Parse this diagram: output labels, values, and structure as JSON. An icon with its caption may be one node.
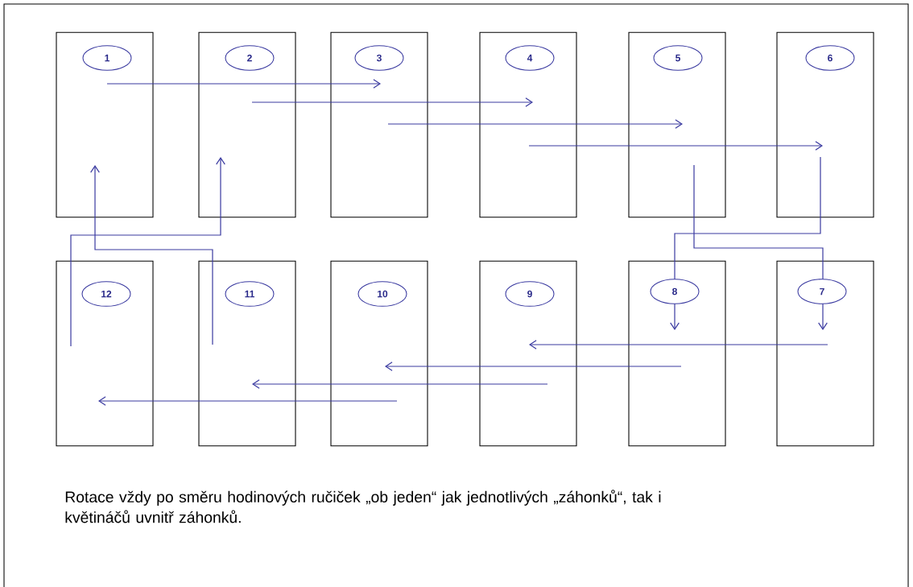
{
  "diagram": {
    "caption": "Rotace vždy po směru hodinových ručiček „ob jeden“ jak jednotlivých „záhonků“, tak i květináčů uvnitř záhonků.",
    "nodes": [
      {
        "text": [],
        "shape": "box"
      },
      {
        "text": [
          "1"
        ],
        "in": 0
      },
      {
        "text": [],
        "shape": "box"
      },
      {
        "text": [
          "2"
        ],
        "in": 2
      },
      {
        "text": [],
        "shape": "box"
      },
      {
        "text": [
          "3"
        ],
        "in": 4
      },
      {
        "text": [],
        "shape": "box"
      },
      {
        "text": [
          "4"
        ],
        "in": 6
      },
      {
        "text": [],
        "shape": "box"
      },
      {
        "text": [
          "5"
        ],
        "in": 8
      },
      {
        "text": [],
        "shape": "box"
      },
      {
        "text": [
          "6"
        ],
        "in": 10
      },
      {
        "text": [],
        "shape": "box"
      },
      {
        "text": [
          "12"
        ],
        "in": 12
      },
      {
        "text": [],
        "shape": "box"
      },
      {
        "text": [
          "11"
        ],
        "in": 14
      },
      {
        "text": [],
        "shape": "box"
      },
      {
        "text": [
          "10"
        ],
        "in": 16
      },
      {
        "text": [],
        "shape": "box"
      },
      {
        "text": [
          "9"
        ],
        "in": 18
      },
      {
        "text": [],
        "shape": "box"
      },
      {
        "text": [
          "8"
        ],
        "in": 20
      },
      {
        "text": [],
        "shape": "box"
      },
      {
        "text": [
          "7"
        ],
        "in": 22
      }
    ],
    "edges": [
      {
        "from": 1,
        "to": 5,
        "arrow": "to"
      },
      {
        "from": 3,
        "to": 7,
        "arrow": "to"
      },
      {
        "from": 5,
        "to": 9,
        "arrow": "to"
      },
      {
        "from": 6,
        "to": 10,
        "arrow": "to"
      },
      {
        "from": 10,
        "to": 21,
        "arrow": "to"
      },
      {
        "from": 8,
        "to": 23,
        "arrow": "to"
      },
      {
        "from": 23,
        "to": 19,
        "arrow": "to"
      },
      {
        "from": 21,
        "to": 17,
        "arrow": "to"
      },
      {
        "from": 18,
        "to": 14,
        "arrow": "to"
      },
      {
        "from": 16,
        "to": 12,
        "arrow": "to"
      },
      {
        "from": 15,
        "to": 0,
        "arrow": "to"
      },
      {
        "from": 13,
        "to": 2,
        "arrow": "to"
      }
    ]
  }
}
